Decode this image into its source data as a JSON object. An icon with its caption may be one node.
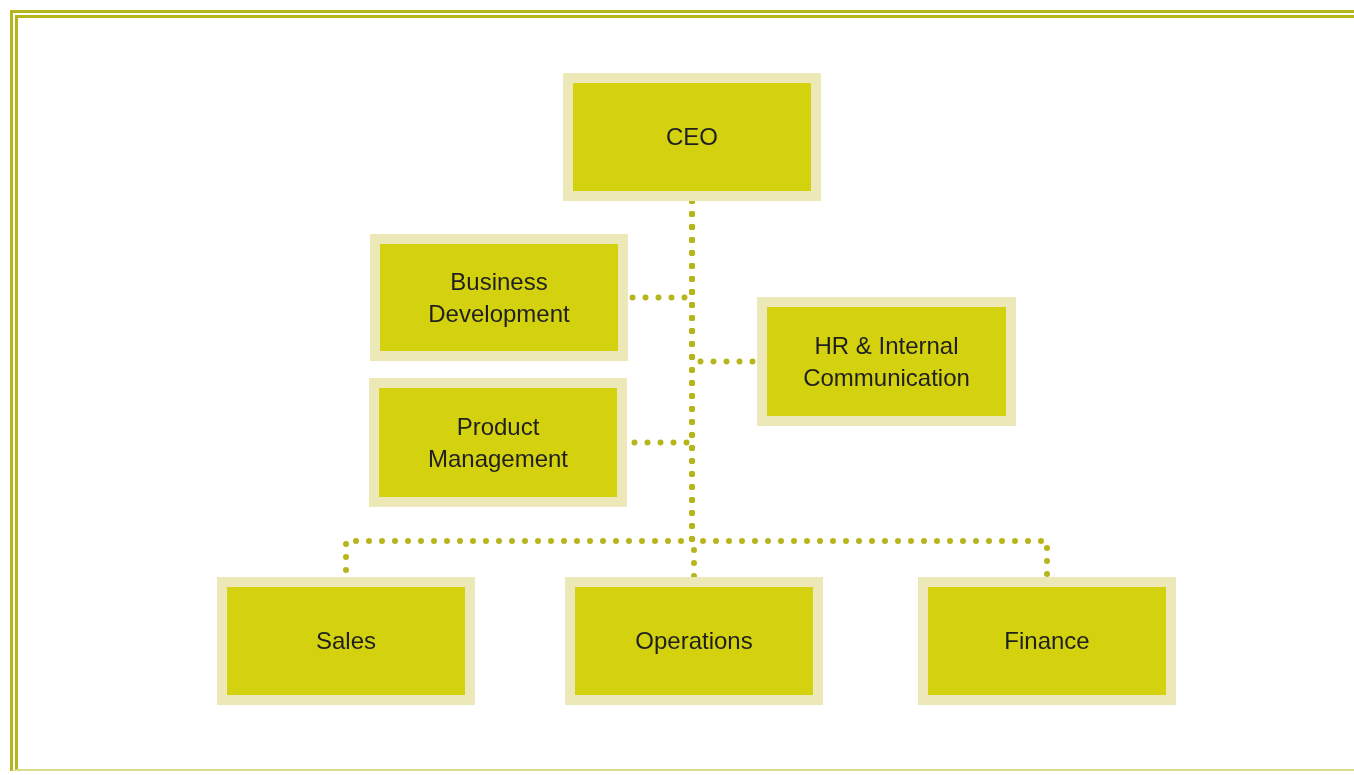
{
  "diagram": {
    "nodes": [
      {
        "text": [
          "CEO"
        ]
      },
      {
        "text": [
          "Business Development"
        ]
      },
      {
        "text": [
          "HR & Internal Communication"
        ]
      },
      {
        "text": [
          "Product Management"
        ]
      },
      {
        "text": [
          "Sales"
        ]
      },
      {
        "text": [
          "Operations"
        ]
      },
      {
        "text": [
          "Finance"
        ]
      }
    ],
    "edges": [
      {
        "from": 0,
        "to": 1,
        "arrow": "none",
        "style": "dashed"
      },
      {
        "from": 0,
        "to": 2,
        "arrow": "none",
        "style": "dashed"
      },
      {
        "from": 0,
        "to": 3,
        "arrow": "none",
        "style": "dashed"
      },
      {
        "from": 0,
        "to": 4,
        "arrow": "none",
        "style": "dashed"
      },
      {
        "from": 0,
        "to": 5,
        "arrow": "none",
        "style": "dashed"
      },
      {
        "from": 0,
        "to": 6,
        "arrow": "none",
        "style": "dashed"
      }
    ]
  }
}
